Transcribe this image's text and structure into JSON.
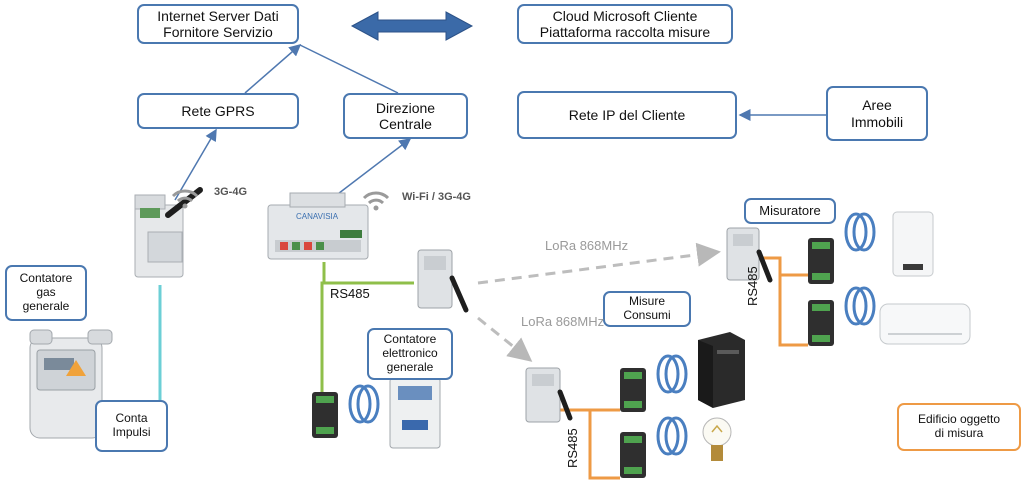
{
  "boxes": {
    "internet_server": "Internet Server Dati\nFornitore Servizio",
    "cloud_microsoft": "Cloud Microsoft Cliente\nPiattaforma raccolta misure",
    "rete_gprs": "Rete GPRS",
    "direzione_centrale": "Direzione\nCentrale",
    "rete_ip": "Rete IP del Cliente",
    "aree_immobili": "Aree\nImmobili",
    "contatore_gas": "Contatore\ngas\ngenerale",
    "conta_impulsi": "Conta\nImpulsi",
    "contatore_elettronico": "Contatore\nelettronico\ngenerale",
    "misuratore": "Misuratore",
    "misure_consumi": "Misure\nConsumi",
    "edificio": "Edificio oggetto\ndi misura"
  },
  "labels": {
    "net_3g4g": "3G-4G",
    "net_wifi": "Wi-Fi / 3G-4G",
    "lora_top": "LoRa 868MHz",
    "lora_bottom": "LoRa 868MHz",
    "rs485_main": "RS485",
    "rs485_right": "RS485",
    "rs485_bottom": "RS485",
    "gateway_brand": "CANAVISIA"
  },
  "colors": {
    "box_border": "#4a78b0",
    "orange": "#ee9a45",
    "green": "#8fbf4a",
    "cyan": "#6ccfd6",
    "arrow_blue": "#4f78b0"
  }
}
